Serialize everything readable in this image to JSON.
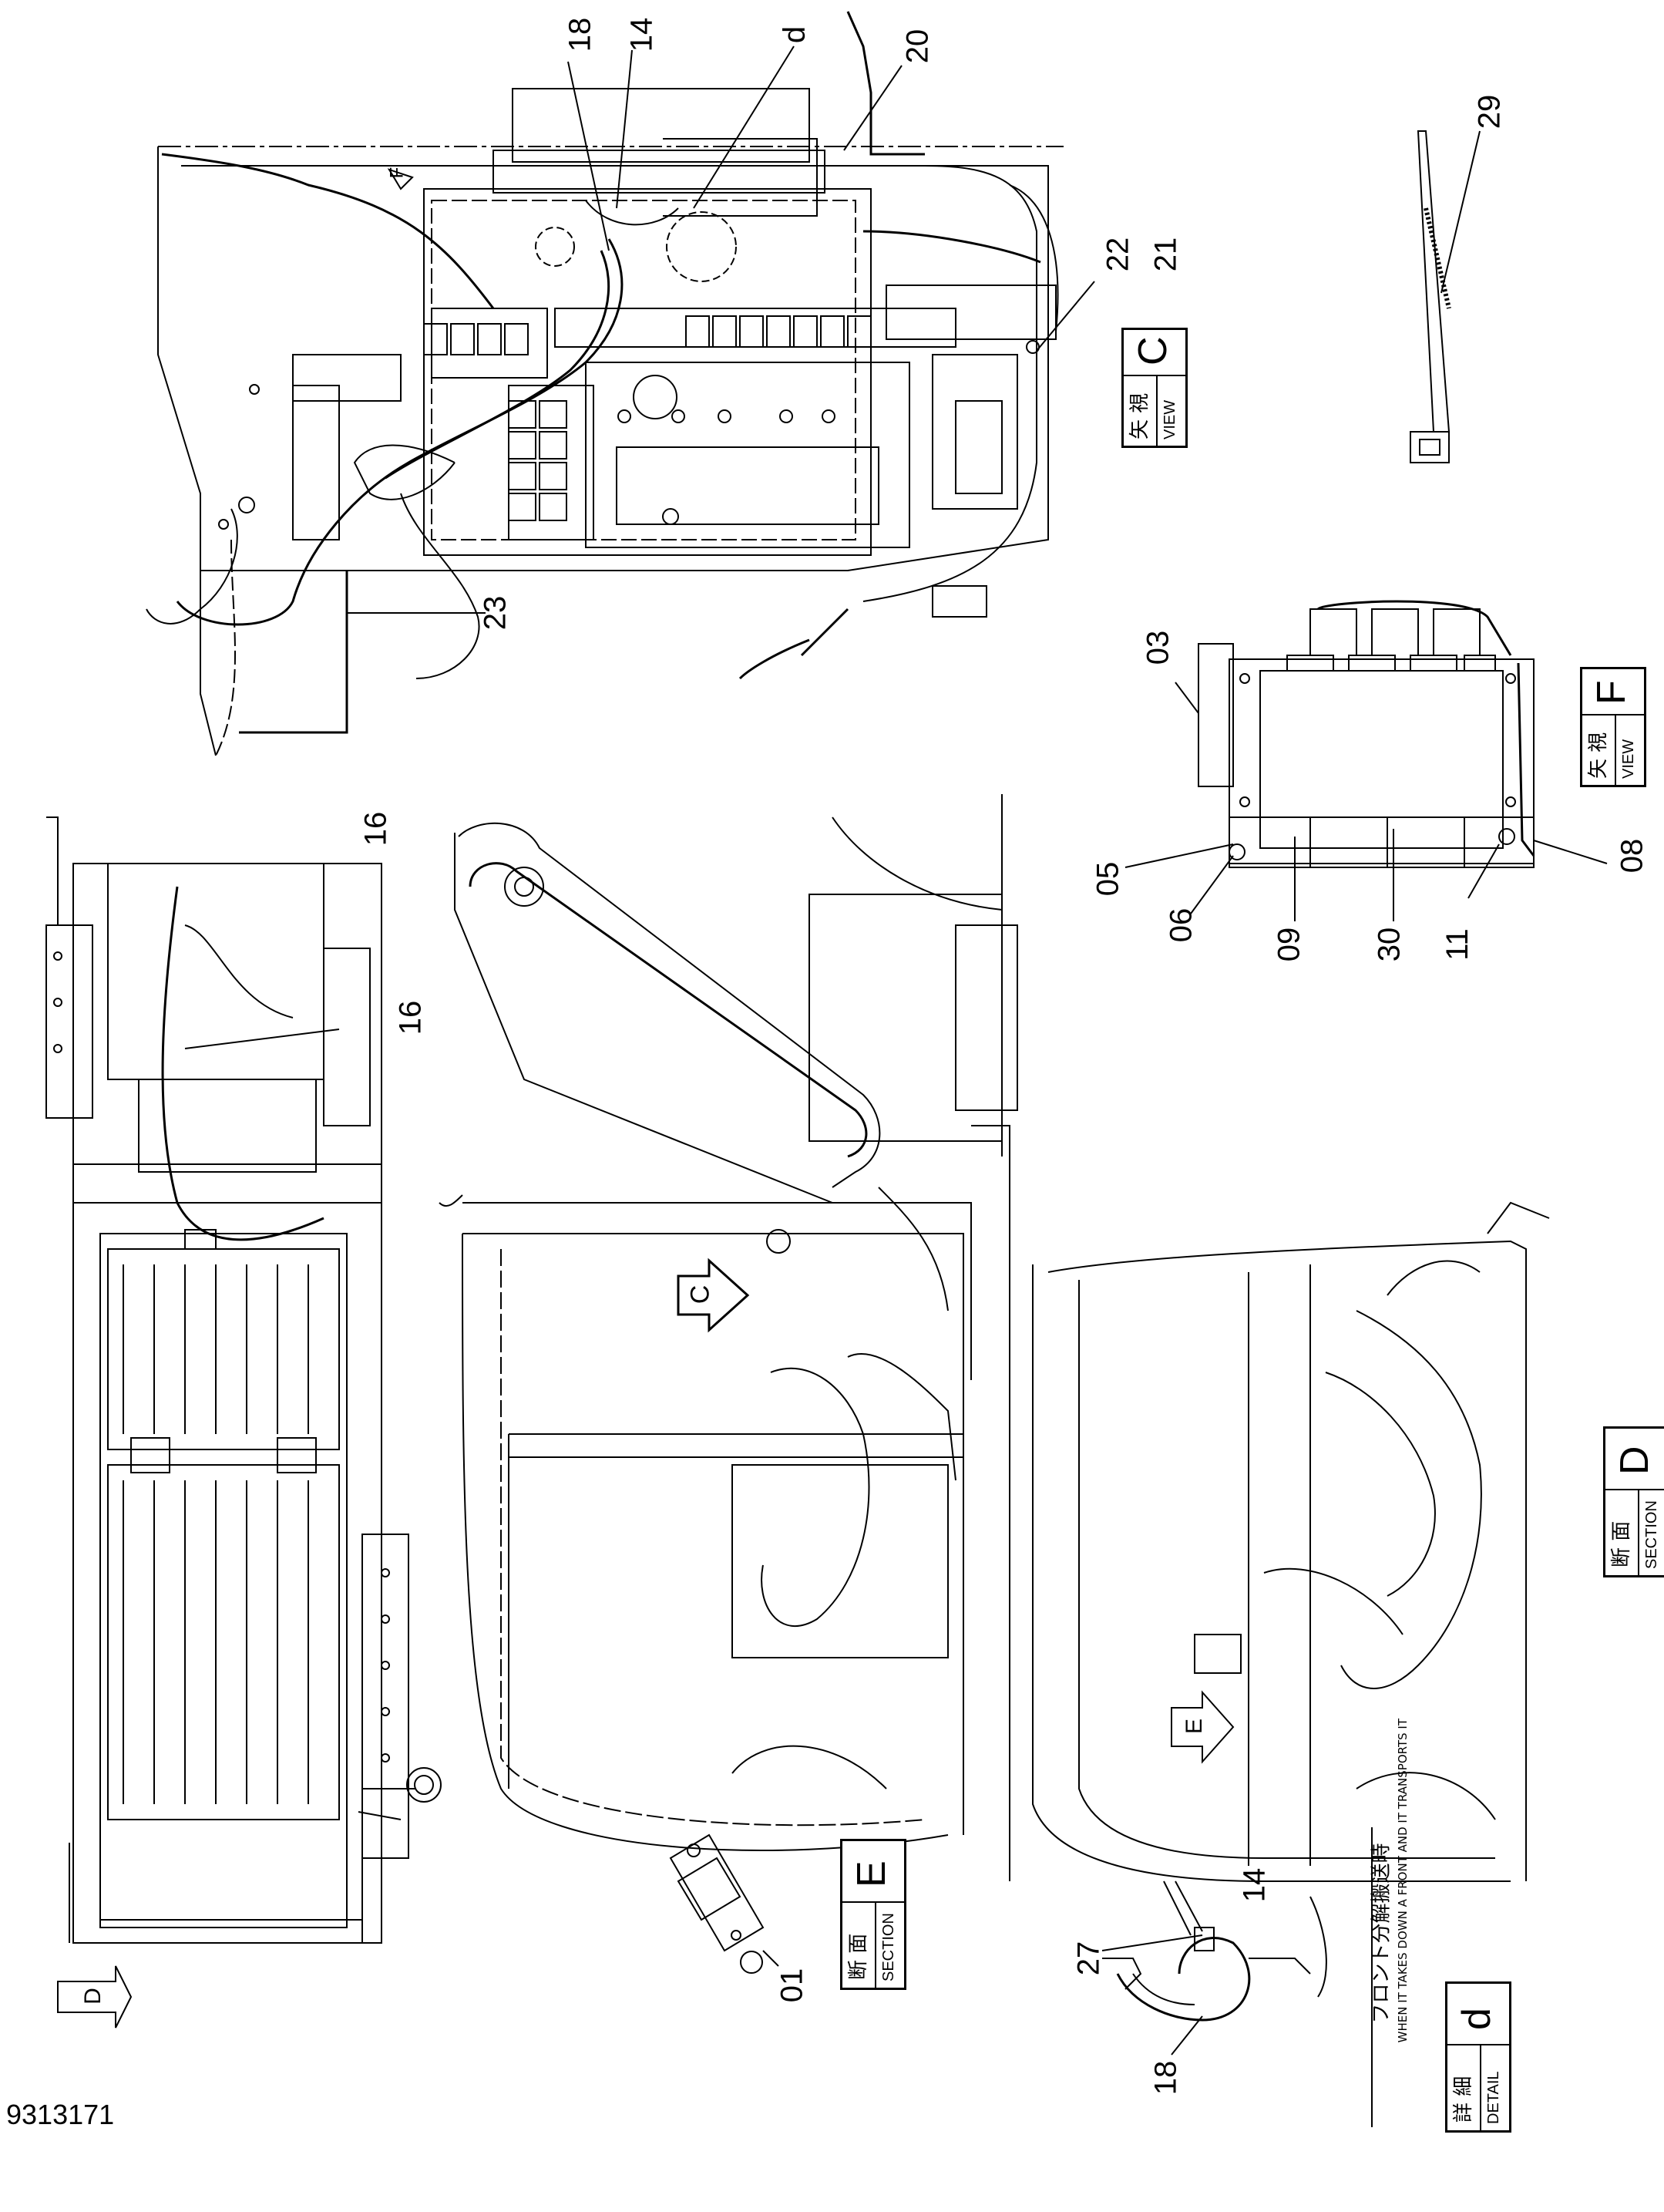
{
  "document_number": "9313171",
  "part_callouts": [
    "01",
    "03",
    "05",
    "06",
    "08",
    "09",
    "11",
    "14",
    "14",
    "16",
    "16",
    "18",
    "18",
    "20",
    "21",
    "22",
    "23",
    "27",
    "29",
    "30",
    "d"
  ],
  "view_markers": {
    "c": "C",
    "d": "D",
    "e": "E",
    "f": "F"
  },
  "labels": {
    "view_c": {
      "jp": "矢 視",
      "en": "VIEW",
      "letter": "C"
    },
    "view_f": {
      "jp": "矢 視",
      "en": "VIEW",
      "letter": "F"
    },
    "section_d": {
      "jp": "断 面",
      "en": "SECTION",
      "letter": "D"
    },
    "section_e": {
      "jp": "断 面",
      "en": "SECTION",
      "letter": "E"
    },
    "detail_d": {
      "jp": "詳 細",
      "en": "DETAIL",
      "letter": "d"
    }
  },
  "detail_notes": {
    "jp": "フロント分解搬送時",
    "en": "WHEN IT TAKES DOWN A FRONT AND IT TRANSPORTS IT"
  }
}
